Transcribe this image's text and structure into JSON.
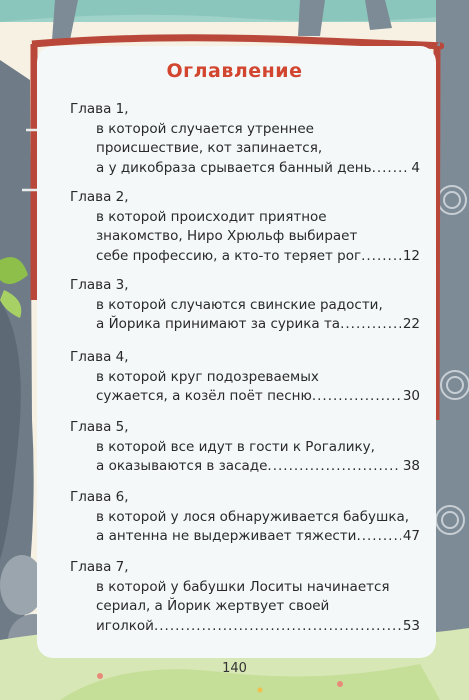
{
  "toc": {
    "title": "Оглавление",
    "chapters": [
      {
        "head": "Глава 1,",
        "lines": [
          "в которой случается утреннее",
          "происшествие, кот запинается,"
        ],
        "last": "а у дикобраза срывается банный день",
        "page": "4"
      },
      {
        "head": "Глава 2,",
        "lines": [
          "в которой происходит приятное",
          "знакомство, Ниро Хрюльф выбирает"
        ],
        "last": "себе профессию, а кто-то теряет рог",
        "page": "12"
      },
      {
        "head": "Глава 3,",
        "lines": [
          "в которой случаются свинские радости,"
        ],
        "last": "а Йорика принимают за сурика та",
        "page": "22"
      },
      {
        "head": "Глава 4,",
        "lines": [
          "в которой круг подозреваемых"
        ],
        "last": "сужается, а козёл поёт песню",
        "page": "30"
      },
      {
        "head": "Глава 5,",
        "lines": [
          "в которой все идут в гости к Рогалику,"
        ],
        "last": "а оказываются в засаде",
        "page": "38"
      },
      {
        "head": "Глава 6,",
        "lines": [
          "в которой у лося обнаруживается бабушка,"
        ],
        "last": "а антенна не выдерживает тяжести",
        "page": "47"
      },
      {
        "head": "Глава 7,",
        "lines": [
          "в которой у бабушки Лоситы начинается",
          "сериал, а Йорик жертвует своей"
        ],
        "last": "иголкой",
        "page": "53"
      }
    ]
  },
  "page_number": "140",
  "colors": {
    "title": "#d2452f",
    "frame_red": "#b9483b",
    "tree_gray": "#6f7c88",
    "panel": "#f4f8f8"
  }
}
